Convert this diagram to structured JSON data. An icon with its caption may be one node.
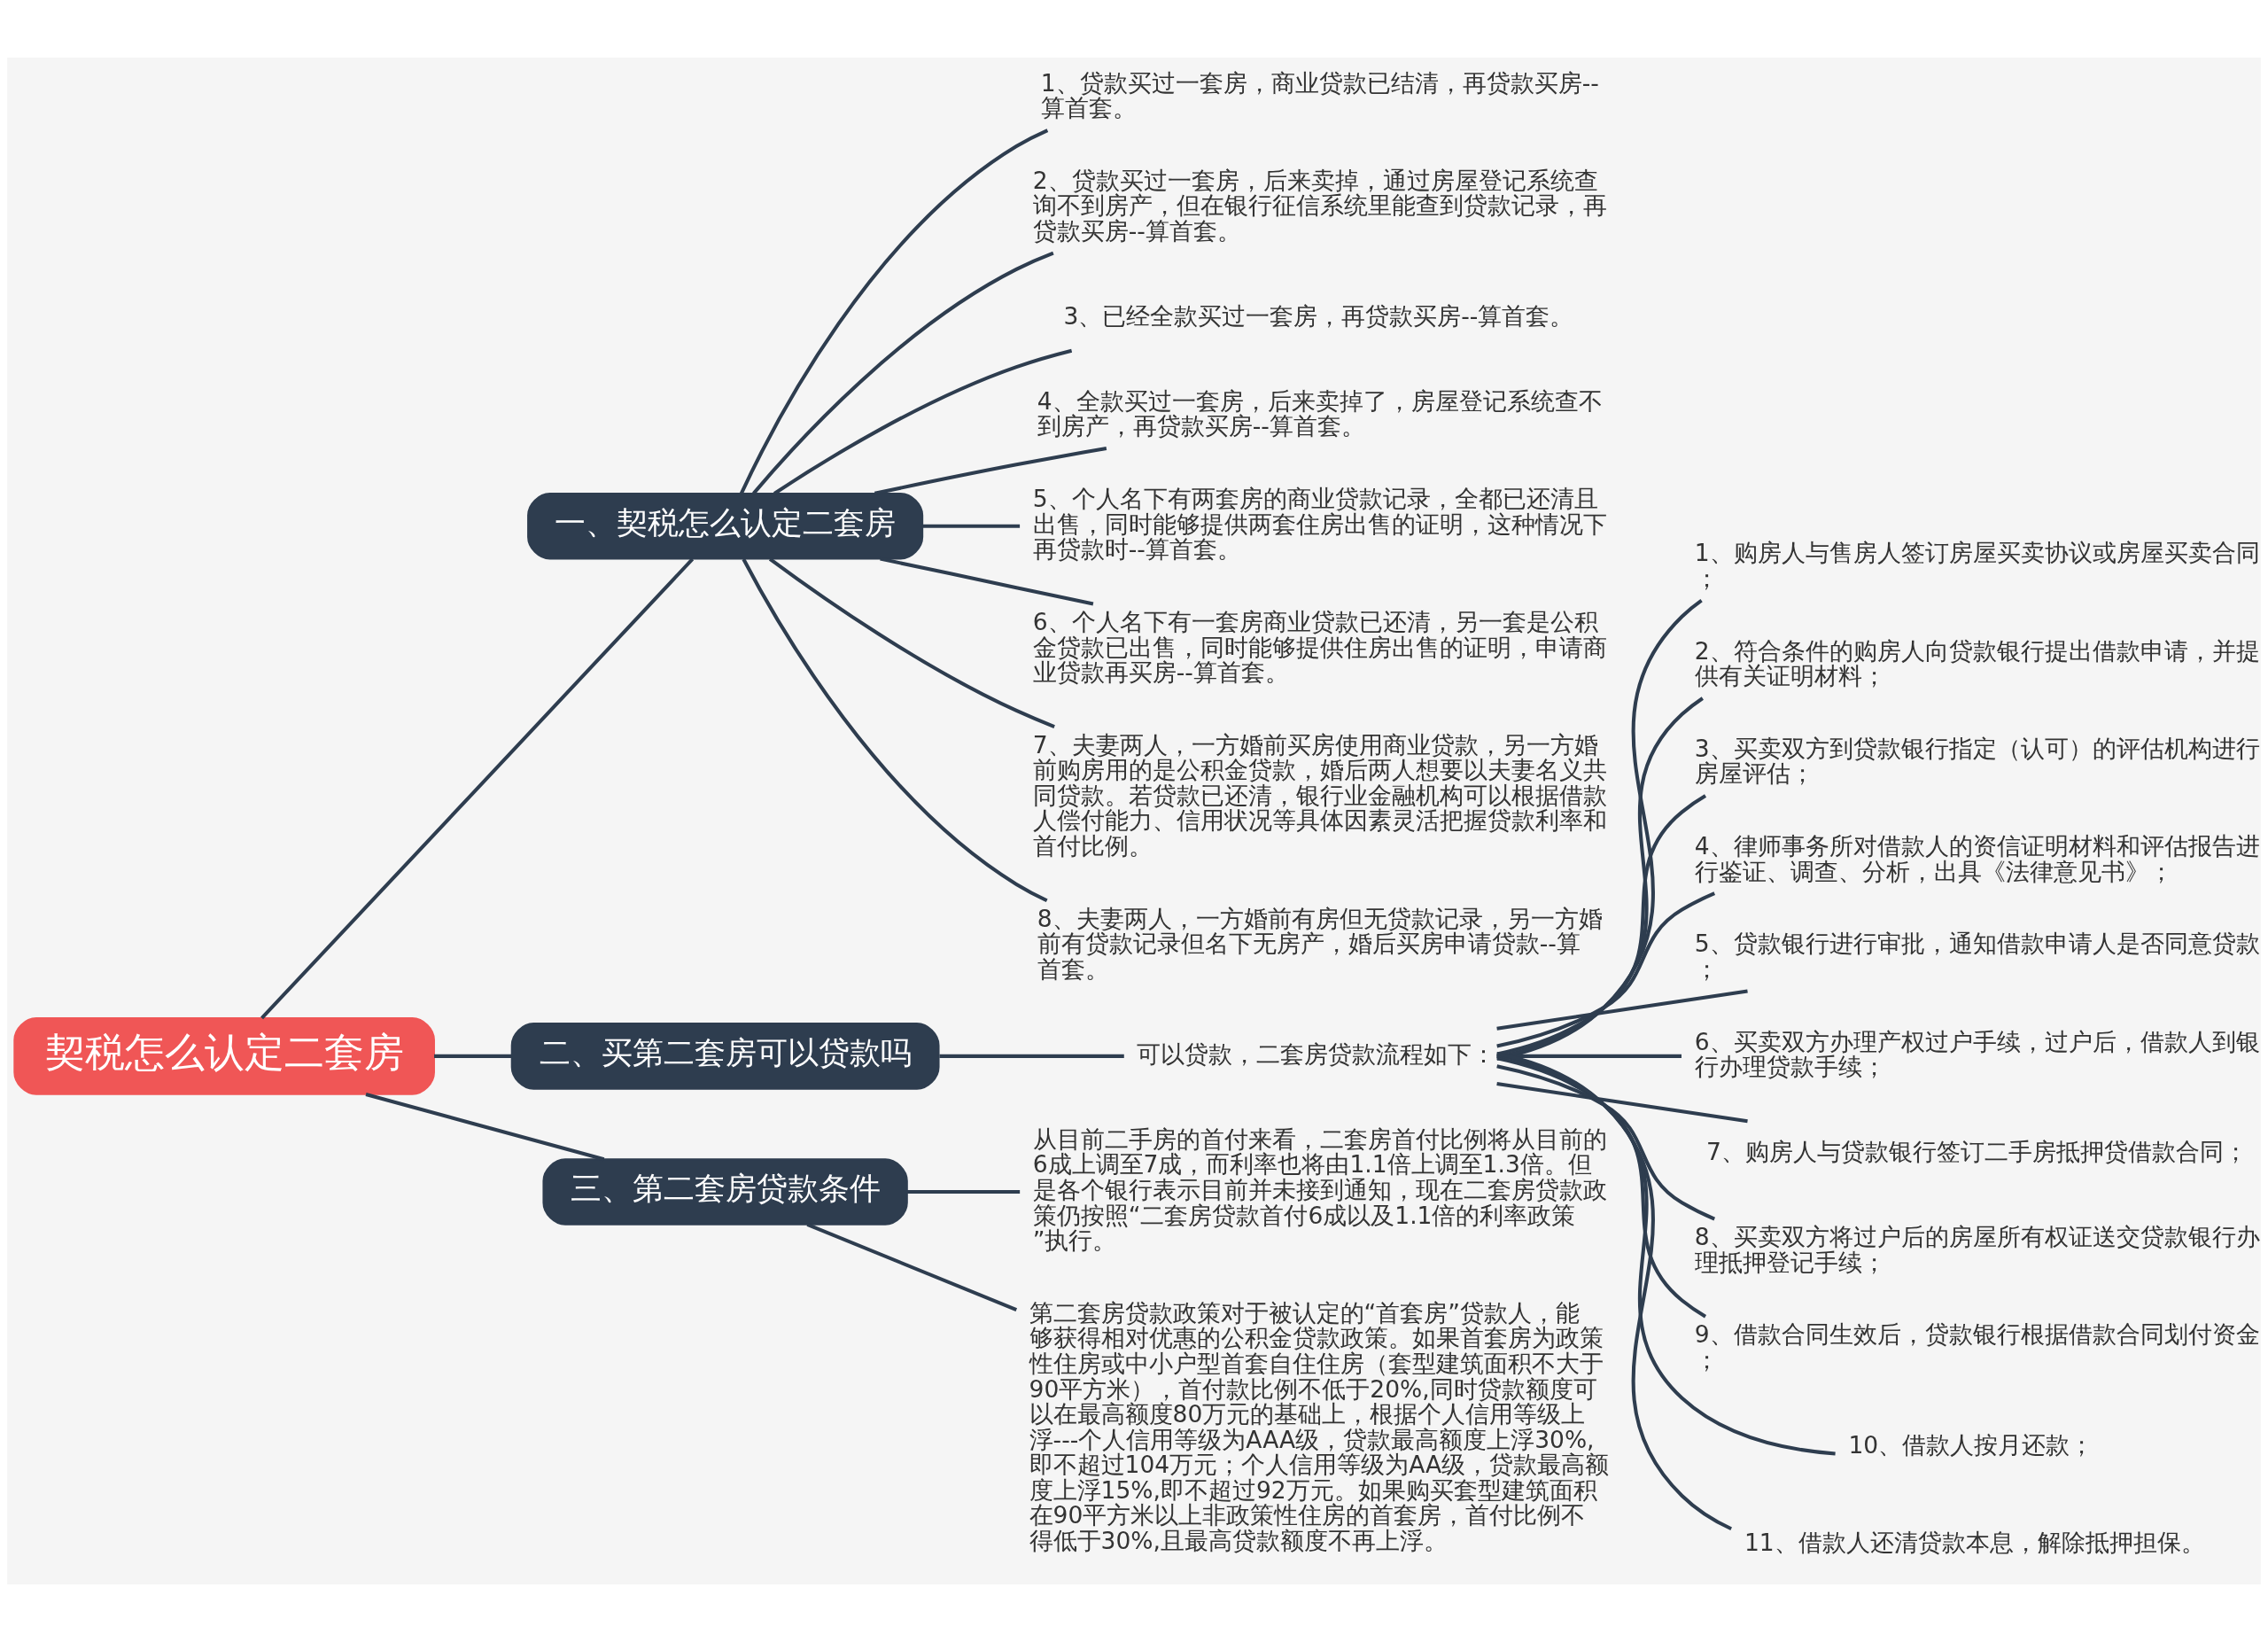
{
  "diagram": {
    "nodes": [
      {
        "text": [
          "契税怎么认定二套房"
        ]
      },
      {
        "text": [
          "一、契税怎么认定二套房"
        ]
      },
      {
        "text": [
          "1、贷款买过一套房，商业贷款已结清，再贷款买房--算首套。"
        ]
      },
      {
        "text": [
          "2、贷款买过一套房，后来卖掉，通过房屋登记系统查询不到房产，但在银行征信系统里能查到贷款记录，再贷款买房--算首套。"
        ]
      },
      {
        "text": [
          "3、已经全款买过一套房，再贷款买房--算首套。"
        ]
      },
      {
        "text": [
          "4、全款买过一套房，后来卖掉了，房屋登记系统查不到房产，再贷款买房--算首套。"
        ]
      },
      {
        "text": [
          "5、个人名下有两套房的商业贷款记录，全都已还清且出售，同时能够提供两套住房出售的证明，这种情况下再贷款时--算首套。"
        ]
      },
      {
        "text": [
          "6、个人名下有一套房商业贷款已还清，另一套是公积金贷款已出售，同时能够提供住房出售的证明，申请商业贷款再买房--算首套。"
        ]
      },
      {
        "text": [
          "7、夫妻两人，一方婚前买房使用商业贷款，另一方婚前购房用的是公积金贷款，婚后两人想要以夫妻名义共同贷款。若贷款已还清，银行业金融机构可以根据借款人偿付能力、信用状况等具体因素灵活把握贷款利率和首付比例。"
        ]
      },
      {
        "text": [
          "8、夫妻两人，一方婚前有房但无贷款记录，另一方婚前有贷款记录但名下无房产，婚后买房申请贷款--算首套。"
        ]
      },
      {
        "text": [
          "二、买第二套房可以贷款吗"
        ]
      },
      {
        "text": [
          "可以贷款，二套房贷款流程如下："
        ]
      },
      {
        "text": [
          "1、购房人与售房人签订房屋买卖协议或房屋买卖合同；"
        ]
      },
      {
        "text": [
          "2、符合条件的购房人向贷款银行提出借款申请，并提供有关证明材料；"
        ]
      },
      {
        "text": [
          "3、买卖双方到贷款银行指定（认可）的评估机构进行房屋评估；"
        ]
      },
      {
        "text": [
          "4、律师事务所对借款人的资信证明材料和评估报告进行鉴证、调查、分析，出具《法律意见书》；"
        ]
      },
      {
        "text": [
          "5、贷款银行进行审批，通知借款申请人是否同意贷款；"
        ]
      },
      {
        "text": [
          "6、买卖双方办理产权过户手续，过户后，借款人到银行办理贷款手续；"
        ]
      },
      {
        "text": [
          "7、购房人与贷款银行签订二手房抵押贷借款合同；"
        ]
      },
      {
        "text": [
          "8、买卖双方将过户后的房屋所有权证送交贷款银行办理抵押登记手续；"
        ]
      },
      {
        "text": [
          "9、借款合同生效后，贷款银行根据借款合同划付资金；"
        ]
      },
      {
        "text": [
          "10、借款人按月还款；"
        ]
      },
      {
        "text": [
          "11、借款人还清贷款本息，解除抵押担保。"
        ]
      },
      {
        "text": [
          "三、第二套房贷款条件"
        ]
      },
      {
        "text": [
          "从目前二手房的首付来看，二套房首付比例将从目前的6成上调至7成，而利率也将由1.1倍上调至1.3倍。但是各个银行表示目前并未接到通知，现在二套房贷款政策仍按照“二套房贷款首付6成以及1.1倍的利率政策”执行。"
        ]
      },
      {
        "text": [
          "第二套房贷款政策对于被认定的“首套房”贷款人，能够获得相对优惠的公积金贷款政策。如果首套房为政策性住房或中小户型首套自住住房（套型建筑面积不大于90平方米），首付款比例不低于20%,同时贷款额度可以在最高额度80万元的基础上，根据个人信用等级上浮---个人信用等级为AAA级，贷款最高额度上浮30%,即不超过104万元；个人信用等级为AA级，贷款最高额度上浮15%,即不超过92万元。如果购买套型建筑面积在90平方米以上非政策性住房的首套房，首付比例不得低于30%,且最高贷款额度不再上浮。"
        ]
      }
    ],
    "edges": [
      {
        "from": 0,
        "to": 1,
        "arrow": "none"
      },
      {
        "from": 1,
        "to": 2,
        "arrow": "none"
      },
      {
        "from": 1,
        "to": 3,
        "arrow": "none"
      },
      {
        "from": 1,
        "to": 4,
        "arrow": "none"
      },
      {
        "from": 1,
        "to": 5,
        "arrow": "none"
      },
      {
        "from": 1,
        "to": 6,
        "arrow": "none"
      },
      {
        "from": 1,
        "to": 7,
        "arrow": "none"
      },
      {
        "from": 1,
        "to": 8,
        "arrow": "none"
      },
      {
        "from": 1,
        "to": 9,
        "arrow": "none"
      },
      {
        "from": 0,
        "to": 10,
        "arrow": "none"
      },
      {
        "from": 10,
        "to": 11,
        "arrow": "none"
      },
      {
        "from": 11,
        "to": 12,
        "arrow": "none"
      },
      {
        "from": 11,
        "to": 13,
        "arrow": "none"
      },
      {
        "from": 11,
        "to": 14,
        "arrow": "none"
      },
      {
        "from": 11,
        "to": 15,
        "arrow": "none"
      },
      {
        "from": 11,
        "to": 16,
        "arrow": "none"
      },
      {
        "from": 11,
        "to": 17,
        "arrow": "none"
      },
      {
        "from": 11,
        "to": 18,
        "arrow": "none"
      },
      {
        "from": 11,
        "to": 19,
        "arrow": "none"
      },
      {
        "from": 11,
        "to": 20,
        "arrow": "none"
      },
      {
        "from": 11,
        "to": 21,
        "arrow": "none"
      },
      {
        "from": 11,
        "to": 22,
        "arrow": "none"
      },
      {
        "from": 0,
        "to": 23,
        "arrow": "none"
      },
      {
        "from": 23,
        "to": 24,
        "arrow": "none"
      },
      {
        "from": 23,
        "to": 25,
        "arrow": "none"
      }
    ]
  }
}
